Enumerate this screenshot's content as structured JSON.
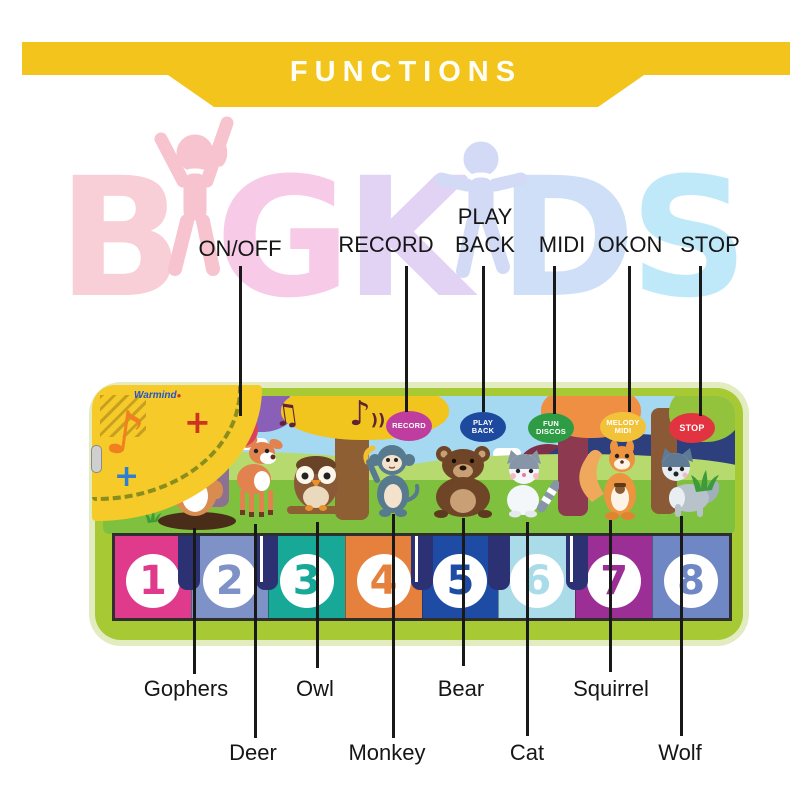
{
  "banner": {
    "title": "FUNCTIONS",
    "color": "#f2c41c",
    "text_color": "#fffef6"
  },
  "watermark": {
    "brand": "BIGKIDS",
    "letters": [
      {
        "char": "B",
        "color": "#f7c3ce"
      },
      {
        "char": "G",
        "color": "#f6bfe2"
      },
      {
        "char": "K",
        "color": "#dcc8f2"
      },
      {
        "char": "D",
        "color": "#c2d8f6"
      },
      {
        "char": "S",
        "color": "#b0e4f8"
      }
    ],
    "girl_figure_color": "#f5b5c4",
    "kid_figure_color": "#c8d2f4"
  },
  "top_callouts": [
    {
      "label": "ON/OFF"
    },
    {
      "label": "RECORD"
    },
    {
      "label": "PLAY",
      "label2": "BACK"
    },
    {
      "label": "MIDI"
    },
    {
      "label": "OKON"
    },
    {
      "label": "STOP"
    }
  ],
  "mat": {
    "logo": "Warmind",
    "power_button": {
      "icon": "power-icon",
      "color": "#d9425a"
    },
    "buttons": [
      {
        "line1": "RECORD",
        "line2": "",
        "color": "#bf3d9e"
      },
      {
        "line1": "PLAY",
        "line2": "BACK",
        "color": "#1d4a9e"
      },
      {
        "line1": "FUN",
        "line2": "DISCOS",
        "color": "#2e9c44"
      },
      {
        "line1": "MELODY",
        "line2": "MIDI",
        "color": "#f2c338"
      },
      {
        "line1": "STOP",
        "line2": "",
        "color": "#e23440"
      }
    ],
    "keys": [
      {
        "number": "1",
        "color": "#e03a8c"
      },
      {
        "number": "2",
        "color": "#7e92c8"
      },
      {
        "number": "3",
        "color": "#17a897"
      },
      {
        "number": "4",
        "color": "#e5813c"
      },
      {
        "number": "5",
        "color": "#1e4ca5"
      },
      {
        "number": "6",
        "color": "#aadbe8"
      },
      {
        "number": "7",
        "color": "#9b2f96"
      },
      {
        "number": "8",
        "color": "#6f88c5"
      }
    ],
    "animals": [
      "gopher",
      "deer",
      "owl",
      "monkey",
      "bear",
      "cat",
      "squirrel",
      "wolf"
    ]
  },
  "bottom_callouts": [
    {
      "label": "Gophers"
    },
    {
      "label": "Deer"
    },
    {
      "label": "Owl"
    },
    {
      "label": "Monkey"
    },
    {
      "label": "Bear"
    },
    {
      "label": "Cat"
    },
    {
      "label": "Squirrel"
    },
    {
      "label": "Wolf"
    }
  ]
}
